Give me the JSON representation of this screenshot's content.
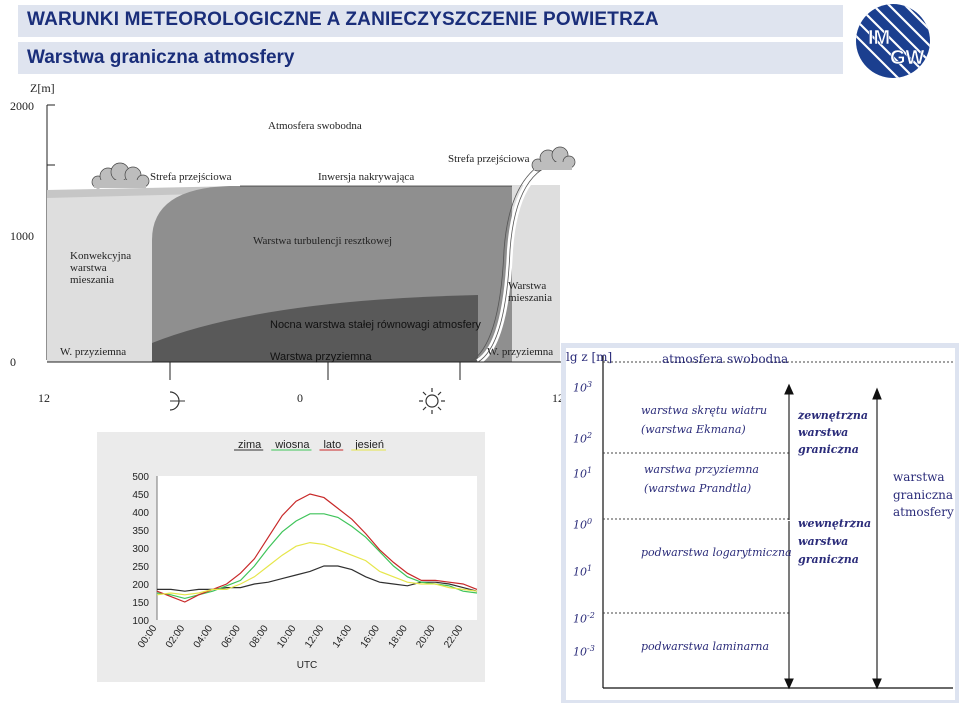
{
  "header": {
    "title": "WARUNKI METEOROLOGICZNE A ZANIECZYSZCZENIE POWIETRZA",
    "subtitle": "Warstwa graniczna atmosfery",
    "logo_text_1": "IM",
    "logo_text_2": "GW"
  },
  "boundary_diagram": {
    "axis_label": "Z[m]",
    "y_ticks": [
      "2000",
      "1000",
      "0"
    ],
    "time_ticks": [
      "12",
      "0",
      "12"
    ],
    "labels": {
      "free_atmosphere": "Atmosfera swobodna",
      "entrainment_left": "Strefa przejściowa",
      "capping_inversion": "Inwersja nakrywająca",
      "entrainment_right": "Strefa przejściowa",
      "convective_ml": "Konwekcyjna\nwarstwa\nmieszania",
      "residual_layer": "Warstwa turbulencji resztkowej",
      "mixed_layer_right": "Warstwa\nmieszania",
      "stable_bl": "Nocna warstwa stałej równowagi atmosfery",
      "surface_left": "W. przyziemna",
      "surface_mid": "Warstwa przyziemna",
      "surface_right": "W. przyziemna"
    },
    "icons": [
      "moon-icon",
      "sun-icon"
    ]
  },
  "chart_data": {
    "type": "line",
    "legend": [
      "zima",
      "wiosna",
      "lato",
      "jesień"
    ],
    "legend_position": "top",
    "colors": {
      "zima": "#303030",
      "wiosna": "#3fc45a",
      "lato": "#c82828",
      "jesień": "#e6e64a"
    },
    "x": [
      "00:00",
      "01:00",
      "02:00",
      "03:00",
      "04:00",
      "05:00",
      "06:00",
      "07:00",
      "08:00",
      "09:00",
      "10:00",
      "11:00",
      "12:00",
      "13:00",
      "14:00",
      "15:00",
      "16:00",
      "17:00",
      "18:00",
      "19:00",
      "20:00",
      "21:00",
      "22:00",
      "23:00"
    ],
    "x_tick_labels": [
      "00:00",
      "02:00",
      "04:00",
      "06:00",
      "08:00",
      "10:00",
      "12:00",
      "14:00",
      "16:00",
      "18:00",
      "20:00",
      "22:00"
    ],
    "xlabel": "UTC",
    "ylabel": "",
    "ylim": [
      100,
      500
    ],
    "y_ticks": [
      100,
      150,
      200,
      250,
      300,
      350,
      400,
      450,
      500
    ],
    "series": [
      {
        "name": "zima",
        "values": [
          185,
          185,
          180,
          185,
          185,
          190,
          190,
          200,
          205,
          215,
          225,
          235,
          250,
          250,
          240,
          220,
          205,
          200,
          195,
          205,
          205,
          200,
          190,
          180
        ]
      },
      {
        "name": "wiosna",
        "values": [
          175,
          170,
          160,
          170,
          180,
          195,
          210,
          250,
          300,
          345,
          375,
          395,
          395,
          385,
          360,
          330,
          290,
          250,
          220,
          205,
          200,
          195,
          180,
          175
        ]
      },
      {
        "name": "lato",
        "values": [
          180,
          165,
          150,
          170,
          185,
          200,
          230,
          270,
          330,
          390,
          430,
          450,
          440,
          410,
          380,
          340,
          295,
          260,
          230,
          210,
          210,
          205,
          200,
          185
        ]
      },
      {
        "name": "jesień",
        "values": [
          170,
          175,
          170,
          175,
          185,
          185,
          200,
          220,
          250,
          280,
          305,
          315,
          310,
          295,
          280,
          265,
          235,
          220,
          205,
          200,
          200,
          190,
          185,
          180
        ]
      }
    ]
  },
  "layers_diagram": {
    "axis_label": "lg z [m]",
    "y_ticks": [
      {
        "base": "10",
        "exp": "3"
      },
      {
        "base": "10",
        "exp": "2"
      },
      {
        "base": "10",
        "exp": "1"
      },
      {
        "base": "10",
        "exp": "0"
      },
      {
        "base": "10",
        "exp": "1"
      },
      {
        "base": "10",
        "exp": "-2"
      },
      {
        "base": "10",
        "exp": "-3"
      }
    ],
    "free_atmosphere": "atmosfera swobodna",
    "ekman_1": "warstwa skrętu wiatru",
    "ekman_2": "(warstwa Ekmana)",
    "surface_1": "warstwa przyziemna",
    "surface_2": "(warstwa Prandtla)",
    "log_sublayer": "podwarstwa logarytmiczna",
    "laminar_sublayer": "podwarstwa laminarna",
    "outer_1": "zewnętrzna",
    "outer_2": "warstwa",
    "outer_3": "graniczna",
    "inner_1": "wewnętrzna",
    "inner_2": "warstwa",
    "inner_3": "graniczna",
    "abl_1": "warstwa",
    "abl_2": "graniczna",
    "abl_3": "atmosfery"
  }
}
